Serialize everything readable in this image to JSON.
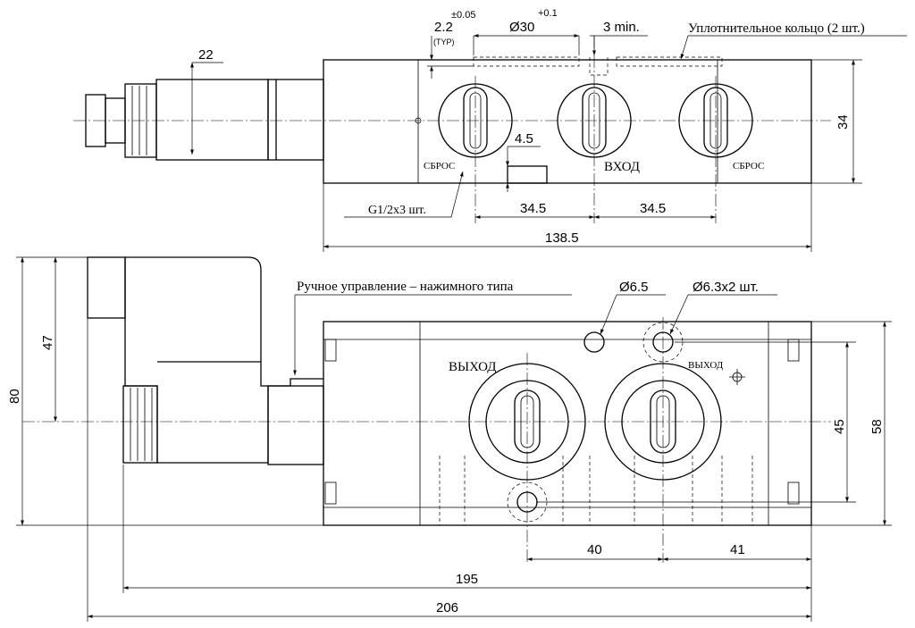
{
  "top_view": {
    "dims": {
      "d22": "22",
      "d2_2": "2.2",
      "typ": "(TYP)",
      "tol_005": "±0.05",
      "d30": "Ø30",
      "tol_01": "+0.1",
      "d3min": "3 min.",
      "d34": "34",
      "d4_5": "4.5",
      "d34_5_a": "34.5",
      "d34_5_b": "34.5",
      "d138_5": "138.5"
    },
    "labels": {
      "seal_ring": "Уплотнительное кольцо (2 шт.)",
      "exhaust_left": "СБРОС",
      "inlet": "ВХОД",
      "exhaust_right": "СБРОС",
      "thread": "G1/2х3 шт."
    }
  },
  "front_view": {
    "dims": {
      "d47": "47",
      "d80": "80",
      "d6_5": "Ø6.5",
      "d6_3x2": "Ø6.3х2 шт.",
      "d45": "45",
      "d58": "58",
      "d40": "40",
      "d41": "41",
      "d195": "195",
      "d206": "206"
    },
    "labels": {
      "manual_override": "Ручное управление – нажимного типа",
      "outlet_left": "ВЫХОД",
      "outlet_right": "ВЫХОД"
    }
  }
}
